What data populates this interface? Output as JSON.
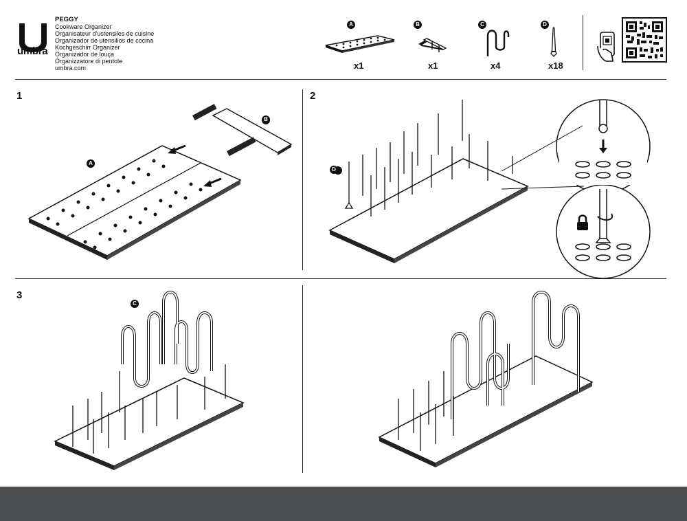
{
  "brand": {
    "name": "umbra"
  },
  "product": {
    "name": "PEGGY",
    "descriptions": [
      "Cookware Organizer",
      "Organisateur d'ustensiles de cuisine",
      "Organizador de utensilios de cocina",
      "Kochgeschirr Organizer",
      "Organizador de louça",
      "Organizzatore di pentole"
    ],
    "website": "umbra.com"
  },
  "parts": [
    {
      "letter": "A",
      "qty": "x1",
      "icon": "base-plate-icon"
    },
    {
      "letter": "B",
      "qty": "x1",
      "icon": "connector-icon"
    },
    {
      "letter": "C",
      "qty": "x4",
      "icon": "hook-icon"
    },
    {
      "letter": "D",
      "qty": "x18",
      "icon": "peg-icon"
    }
  ],
  "steps": [
    {
      "number": "1",
      "labels": [
        "A",
        "B"
      ]
    },
    {
      "number": "2",
      "labels": [
        "D"
      ]
    },
    {
      "number": "3",
      "labels": [
        "C"
      ]
    },
    {
      "number": "",
      "labels": []
    }
  ]
}
